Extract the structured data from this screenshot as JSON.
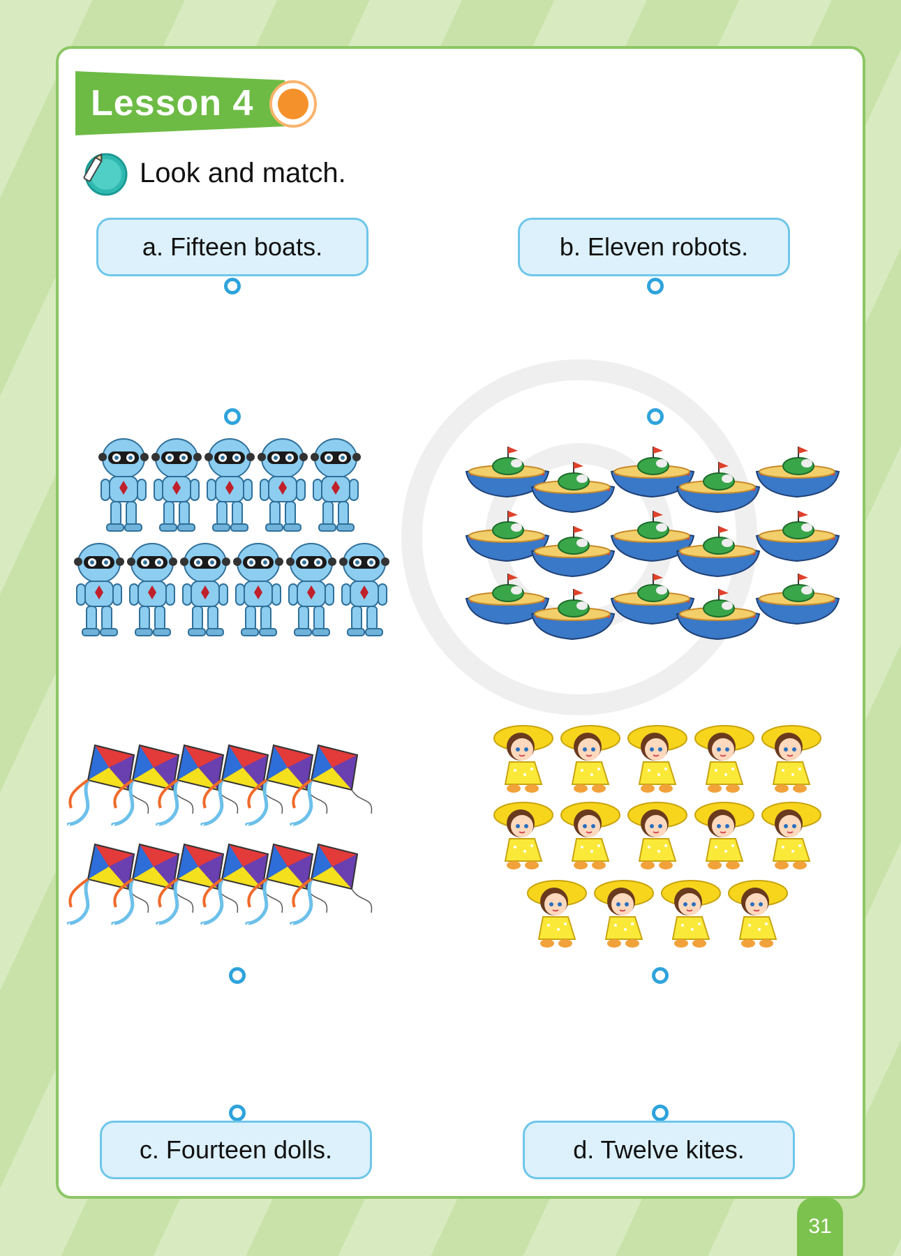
{
  "lesson": {
    "title": "Lesson 4"
  },
  "instruction": "Look and match.",
  "labels": {
    "a": "a. Fifteen boats.",
    "b": "b. Eleven robots.",
    "c": "c. Fourteen dolls.",
    "d": "d. Twelve kites."
  },
  "pictures": {
    "robots": {
      "icon": "robot-icon",
      "count": 11
    },
    "boats": {
      "icon": "boat-icon",
      "count": 15
    },
    "kites": {
      "icon": "kite-icon",
      "count": 12
    },
    "dolls": {
      "icon": "doll-icon",
      "count": 14
    }
  },
  "page_number": "31",
  "colors": {
    "banner": "#6dbb45",
    "label_fill": "#dcf1fb",
    "label_border": "#6fc6ea",
    "ring": "#2ea3dc",
    "accent_orange": "#f4912a"
  }
}
